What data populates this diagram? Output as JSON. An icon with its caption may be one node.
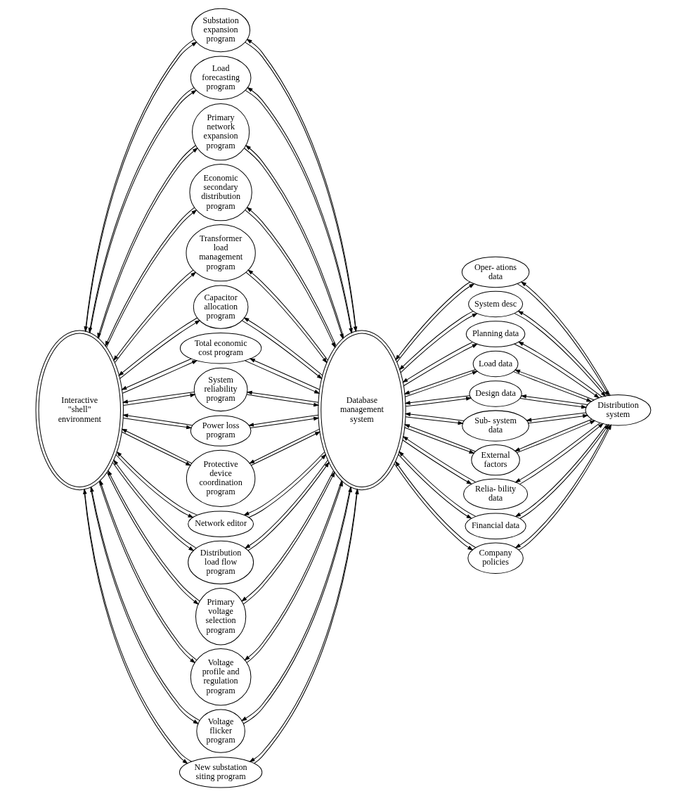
{
  "diagram": {
    "nodes": [
      {
        "text": [
          "Interactive \"shell\" environment"
        ]
      },
      {
        "text": [
          "Substation expansion program"
        ]
      },
      {
        "text": [
          "Load forecasting program"
        ]
      },
      {
        "text": [
          "Primary network expansion program"
        ]
      },
      {
        "text": [
          "Economic secondary distribution program"
        ]
      },
      {
        "text": [
          "Transformer load management program"
        ]
      },
      {
        "text": [
          "Capacitor allocation program"
        ]
      },
      {
        "text": [
          "Total economic cost program"
        ]
      },
      {
        "text": [
          "System reliability program"
        ]
      },
      {
        "text": [
          "Power loss program"
        ]
      },
      {
        "text": [
          "Protective device coordination program"
        ]
      },
      {
        "text": [
          "Network editor"
        ]
      },
      {
        "text": [
          "Distribution load flow program"
        ]
      },
      {
        "text": [
          "Primary voltage selection program"
        ]
      },
      {
        "text": [
          "Voltage profile and regulation program"
        ]
      },
      {
        "text": [
          "Voltage flicker program"
        ]
      },
      {
        "text": [
          "New substation siting program"
        ]
      },
      {
        "text": [
          "Database management system"
        ]
      },
      {
        "text": [
          "Oper- ations data"
        ]
      },
      {
        "text": [
          "System desc"
        ]
      },
      {
        "text": [
          "Planning data"
        ]
      },
      {
        "text": [
          "Load data"
        ]
      },
      {
        "text": [
          "Design data"
        ]
      },
      {
        "text": [
          "Distribution system"
        ]
      },
      {
        "text": [
          "Sub- system data"
        ]
      },
      {
        "text": [
          "External factors"
        ]
      },
      {
        "text": [
          "Relia- bility data"
        ]
      },
      {
        "text": [
          "Financial data"
        ]
      },
      {
        "text": [
          "Company policies"
        ]
      }
    ],
    "edges": [
      {
        "from": 1,
        "to": 0,
        "arrow": "to"
      },
      {
        "from": 0,
        "to": 1,
        "arrow": "to"
      },
      {
        "from": 1,
        "to": 17,
        "arrow": "to"
      },
      {
        "from": 17,
        "to": 1,
        "arrow": "to"
      },
      {
        "from": 2,
        "to": 0,
        "arrow": "to"
      },
      {
        "from": 0,
        "to": 2,
        "arrow": "to"
      },
      {
        "from": 2,
        "to": 17,
        "arrow": "to"
      },
      {
        "from": 17,
        "to": 2,
        "arrow": "to"
      },
      {
        "from": 3,
        "to": 0,
        "arrow": "to"
      },
      {
        "from": 0,
        "to": 3,
        "arrow": "to"
      },
      {
        "from": 3,
        "to": 17,
        "arrow": "to"
      },
      {
        "from": 17,
        "to": 3,
        "arrow": "to"
      },
      {
        "from": 4,
        "to": 0,
        "arrow": "to"
      },
      {
        "from": 0,
        "to": 4,
        "arrow": "to"
      },
      {
        "from": 4,
        "to": 17,
        "arrow": "to"
      },
      {
        "from": 17,
        "to": 4,
        "arrow": "to"
      },
      {
        "from": 5,
        "to": 0,
        "arrow": "to"
      },
      {
        "from": 0,
        "to": 5,
        "arrow": "to"
      },
      {
        "from": 5,
        "to": 17,
        "arrow": "to"
      },
      {
        "from": 17,
        "to": 5,
        "arrow": "to"
      },
      {
        "from": 6,
        "to": 0,
        "arrow": "to"
      },
      {
        "from": 0,
        "to": 6,
        "arrow": "to"
      },
      {
        "from": 6,
        "to": 17,
        "arrow": "to"
      },
      {
        "from": 17,
        "to": 6,
        "arrow": "to"
      },
      {
        "from": 7,
        "to": 0,
        "arrow": "to"
      },
      {
        "from": 0,
        "to": 7,
        "arrow": "to"
      },
      {
        "from": 7,
        "to": 17,
        "arrow": "to"
      },
      {
        "from": 17,
        "to": 7,
        "arrow": "to"
      },
      {
        "from": 8,
        "to": 0,
        "arrow": "to"
      },
      {
        "from": 0,
        "to": 8,
        "arrow": "to"
      },
      {
        "from": 8,
        "to": 17,
        "arrow": "to"
      },
      {
        "from": 17,
        "to": 8,
        "arrow": "to"
      },
      {
        "from": 9,
        "to": 0,
        "arrow": "to"
      },
      {
        "from": 0,
        "to": 9,
        "arrow": "to"
      },
      {
        "from": 9,
        "to": 17,
        "arrow": "to"
      },
      {
        "from": 17,
        "to": 9,
        "arrow": "to"
      },
      {
        "from": 10,
        "to": 0,
        "arrow": "to"
      },
      {
        "from": 0,
        "to": 10,
        "arrow": "to"
      },
      {
        "from": 10,
        "to": 17,
        "arrow": "to"
      },
      {
        "from": 17,
        "to": 10,
        "arrow": "to"
      },
      {
        "from": 11,
        "to": 0,
        "arrow": "to"
      },
      {
        "from": 0,
        "to": 11,
        "arrow": "to"
      },
      {
        "from": 11,
        "to": 17,
        "arrow": "to"
      },
      {
        "from": 17,
        "to": 11,
        "arrow": "to"
      },
      {
        "from": 12,
        "to": 0,
        "arrow": "to"
      },
      {
        "from": 0,
        "to": 12,
        "arrow": "to"
      },
      {
        "from": 12,
        "to": 17,
        "arrow": "to"
      },
      {
        "from": 17,
        "to": 12,
        "arrow": "to"
      },
      {
        "from": 13,
        "to": 0,
        "arrow": "to"
      },
      {
        "from": 0,
        "to": 13,
        "arrow": "to"
      },
      {
        "from": 13,
        "to": 17,
        "arrow": "to"
      },
      {
        "from": 17,
        "to": 13,
        "arrow": "to"
      },
      {
        "from": 14,
        "to": 0,
        "arrow": "to"
      },
      {
        "from": 0,
        "to": 14,
        "arrow": "to"
      },
      {
        "from": 14,
        "to": 17,
        "arrow": "to"
      },
      {
        "from": 17,
        "to": 14,
        "arrow": "to"
      },
      {
        "from": 15,
        "to": 0,
        "arrow": "to"
      },
      {
        "from": 0,
        "to": 15,
        "arrow": "to"
      },
      {
        "from": 15,
        "to": 17,
        "arrow": "to"
      },
      {
        "from": 17,
        "to": 15,
        "arrow": "to"
      },
      {
        "from": 16,
        "to": 0,
        "arrow": "to"
      },
      {
        "from": 0,
        "to": 16,
        "arrow": "to"
      },
      {
        "from": 16,
        "to": 17,
        "arrow": "to"
      },
      {
        "from": 17,
        "to": 16,
        "arrow": "to"
      },
      {
        "from": 17,
        "to": 18,
        "arrow": "to"
      },
      {
        "from": 18,
        "to": 17,
        "arrow": "to"
      },
      {
        "from": 18,
        "to": 23,
        "arrow": "to"
      },
      {
        "from": 23,
        "to": 18,
        "arrow": "to"
      },
      {
        "from": 17,
        "to": 19,
        "arrow": "to"
      },
      {
        "from": 19,
        "to": 17,
        "arrow": "to"
      },
      {
        "from": 19,
        "to": 23,
        "arrow": "to"
      },
      {
        "from": 23,
        "to": 19,
        "arrow": "to"
      },
      {
        "from": 17,
        "to": 20,
        "arrow": "to"
      },
      {
        "from": 20,
        "to": 17,
        "arrow": "to"
      },
      {
        "from": 20,
        "to": 23,
        "arrow": "to"
      },
      {
        "from": 23,
        "to": 20,
        "arrow": "to"
      },
      {
        "from": 17,
        "to": 21,
        "arrow": "to"
      },
      {
        "from": 21,
        "to": 17,
        "arrow": "to"
      },
      {
        "from": 21,
        "to": 23,
        "arrow": "to"
      },
      {
        "from": 23,
        "to": 21,
        "arrow": "to"
      },
      {
        "from": 17,
        "to": 22,
        "arrow": "to"
      },
      {
        "from": 22,
        "to": 17,
        "arrow": "to"
      },
      {
        "from": 22,
        "to": 23,
        "arrow": "to"
      },
      {
        "from": 23,
        "to": 22,
        "arrow": "to"
      },
      {
        "from": 17,
        "to": 24,
        "arrow": "to"
      },
      {
        "from": 24,
        "to": 17,
        "arrow": "to"
      },
      {
        "from": 24,
        "to": 23,
        "arrow": "to"
      },
      {
        "from": 23,
        "to": 24,
        "arrow": "to"
      },
      {
        "from": 17,
        "to": 25,
        "arrow": "to"
      },
      {
        "from": 25,
        "to": 17,
        "arrow": "to"
      },
      {
        "from": 25,
        "to": 23,
        "arrow": "to"
      },
      {
        "from": 23,
        "to": 25,
        "arrow": "to"
      },
      {
        "from": 17,
        "to": 26,
        "arrow": "to"
      },
      {
        "from": 26,
        "to": 17,
        "arrow": "to"
      },
      {
        "from": 26,
        "to": 23,
        "arrow": "to"
      },
      {
        "from": 23,
        "to": 26,
        "arrow": "to"
      },
      {
        "from": 17,
        "to": 27,
        "arrow": "to"
      },
      {
        "from": 27,
        "to": 17,
        "arrow": "to"
      },
      {
        "from": 27,
        "to": 23,
        "arrow": "to"
      },
      {
        "from": 23,
        "to": 27,
        "arrow": "to"
      },
      {
        "from": 17,
        "to": 28,
        "arrow": "to"
      },
      {
        "from": 28,
        "to": 17,
        "arrow": "to"
      },
      {
        "from": 28,
        "to": 23,
        "arrow": "to"
      },
      {
        "from": 23,
        "to": 28,
        "arrow": "to"
      }
    ]
  }
}
